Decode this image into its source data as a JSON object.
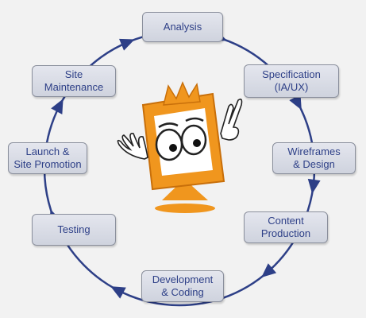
{
  "diagram": {
    "stages": [
      {
        "id": "analysis",
        "label": "Analysis"
      },
      {
        "id": "specification",
        "label": "Specification\n(IA/UX)"
      },
      {
        "id": "wireframes",
        "label": "Wireframes\n& Design"
      },
      {
        "id": "content-production",
        "label": "Content\nProduction"
      },
      {
        "id": "development",
        "label": "Development\n& Coding"
      },
      {
        "id": "testing",
        "label": "Testing"
      },
      {
        "id": "launch",
        "label": "Launch &\nSite Promotion"
      },
      {
        "id": "maintenance",
        "label": "Site\nMaintenance"
      }
    ],
    "colors": {
      "cycle_line": "#2d3f87",
      "box_text": "#2d3f87",
      "mascot_orange": "#f0961e",
      "background": "#f2f2f2"
    },
    "center_icon": "computer-mascot-icon"
  }
}
